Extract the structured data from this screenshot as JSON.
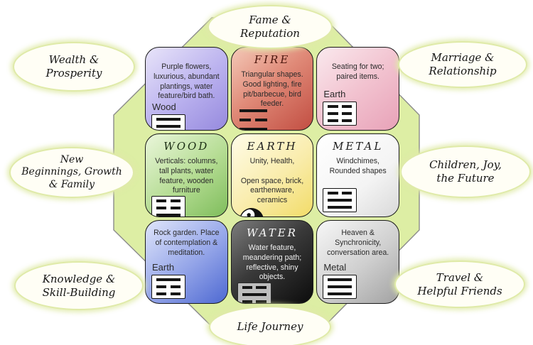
{
  "palette": {
    "octagon_fill": "#ddeea4",
    "octagon_stroke": "#8b8b8b",
    "ellipse_fill": "#fffef5",
    "ellipse_glow_border": "#dfeaa8",
    "tile_accents": {
      "purple": "#968ade",
      "fire": "#c24e42",
      "pink": "#e8a2b8",
      "wood": "#7fbd5c",
      "earth": "#f2dc68",
      "metal": "#d9d9d9",
      "blue": "#4e69d2",
      "water": "#0c0c0c",
      "gray": "#a2a2a2"
    }
  },
  "areas": [
    {
      "id": "fame",
      "label": "Fame &\nReputation"
    },
    {
      "id": "wealth",
      "label": "Wealth &\nProsperity"
    },
    {
      "id": "marriage",
      "label": "Marriage &\nRelationship"
    },
    {
      "id": "new_beginnings",
      "label": "New\nBeginnings, Growth\n& Family"
    },
    {
      "id": "children",
      "label": "Children, Joy,\nthe Future"
    },
    {
      "id": "knowledge",
      "label": "Knowledge &\nSkill-Building"
    },
    {
      "id": "travel",
      "label": "Travel &\nHelpful Friends"
    },
    {
      "id": "life_journey",
      "label": "Life Journey"
    }
  ],
  "tiles": [
    {
      "heading": "",
      "body": "Purple flowers, luxurious, abundant plantings, water feature/bird bath.",
      "corner_label": "Wood",
      "trigram": [
        "solid",
        "solid",
        "broken"
      ],
      "trigram_icon": "xun-wind-trigram-icon"
    },
    {
      "heading": "FIRE",
      "body": "Triangular shapes. Good lighting, fire pit/barbecue, bird feeder.",
      "corner_label": "",
      "trigram": [
        "solid",
        "broken",
        "solid"
      ],
      "trigram_icon": "li-fire-trigram-icon"
    },
    {
      "heading": "",
      "body": "Seating for two; paired items.",
      "corner_label": "Earth",
      "trigram": [
        "broken",
        "broken",
        "broken"
      ],
      "trigram_icon": "kun-earth-trigram-icon"
    },
    {
      "heading": "WOOD",
      "body": "Verticals: columns, tall plants, water feature, wooden furniture",
      "corner_label": "",
      "trigram": [
        "broken",
        "broken",
        "solid"
      ],
      "trigram_icon": "zhen-thunder-trigram-icon"
    },
    {
      "heading": "EARTH",
      "body": "Unity, Health,\n\nOpen space, brick, earthenware, ceramics",
      "corner_label": "",
      "trigram": [],
      "trigram_icon": "yin-yang-icon"
    },
    {
      "heading": "METAL",
      "body": "Windchimes, Rounded shapes",
      "corner_label": "",
      "trigram": [
        "broken",
        "solid",
        "solid"
      ],
      "trigram_icon": "dui-lake-trigram-icon"
    },
    {
      "heading": "",
      "body": "Rock garden. Place of contemplation & meditation.",
      "corner_label": "Earth",
      "trigram": [
        "solid",
        "broken",
        "broken"
      ],
      "trigram_icon": "gen-mountain-trigram-icon"
    },
    {
      "heading": "WATER",
      "body": "Water feature, meandering path; reflective, shiny objects.",
      "corner_label": "",
      "trigram": [
        "broken",
        "solid",
        "broken"
      ],
      "trigram_icon": "kan-water-trigram-icon"
    },
    {
      "heading": "",
      "body": "Heaven & Synchronicity, conversation area.",
      "corner_label": "Metal",
      "trigram": [
        "solid",
        "solid",
        "solid"
      ],
      "trigram_icon": "qian-heaven-trigram-icon"
    }
  ]
}
